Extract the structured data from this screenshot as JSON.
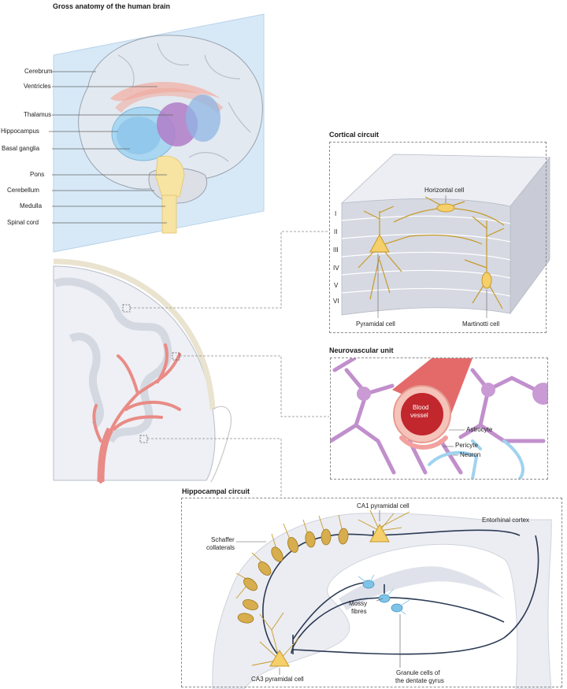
{
  "colors": {
    "plane": "#d7e9f7",
    "neuron": "#c79a2a",
    "neuron_fill": "#f4cf6a",
    "vessel": "#e46a6a",
    "astrocyte": "#b77cc4",
    "granule": "#7ec3e8",
    "inhibit": "#2b3a55"
  },
  "brain": {
    "title": "Gross anatomy of the human brain",
    "labels": [
      "Cerebrum",
      "Ventricles",
      "Thalamus",
      "Hippocampus",
      "Basal ganglia",
      "Pons",
      "Cerebellum",
      "Medulla",
      "Spinal cord"
    ]
  },
  "cortical": {
    "title": "Cortical circuit",
    "layers": [
      "I",
      "II",
      "III",
      "IV",
      "V",
      "VI"
    ],
    "horizontal": "Horizontal cell",
    "pyramidal": "Pyramidal cell",
    "martinotti": "Martinotti cell"
  },
  "neurovascular": {
    "title": "Neurovascular unit",
    "vessel_line1": "Blood",
    "vessel_line2": "vessel",
    "astrocyte": "Astrocyte",
    "pericyte": "Pericyte",
    "neuron": "Neuron"
  },
  "hippocampal": {
    "title": "Hippocampal circuit",
    "ca1": "CA1 pyramidal cell",
    "entorhinal": "Entorhinal cortex",
    "schaffer_line1": "Schaffer",
    "schaffer_line2": "collaterals",
    "mossy_line1": "Mossy",
    "mossy_line2": "fibres",
    "ca3": "CA3 pyramidal cell",
    "granule_line1": "Granule cells of",
    "granule_line2": "the dentate gyrus"
  }
}
